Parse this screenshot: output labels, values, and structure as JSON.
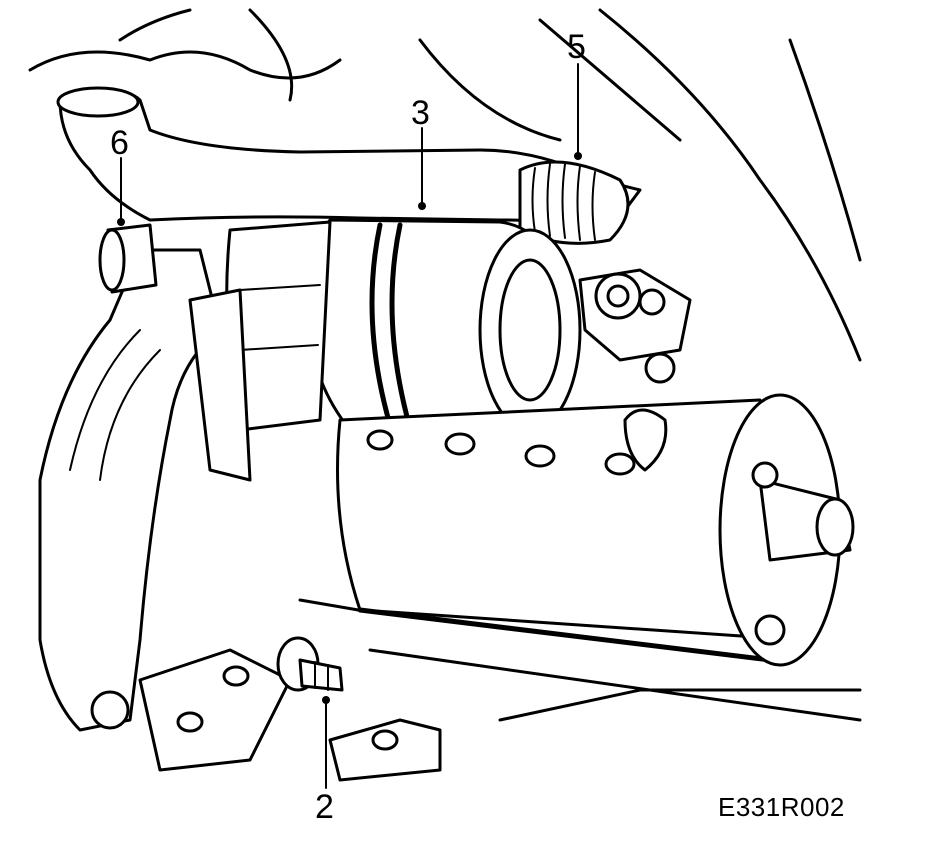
{
  "callouts": {
    "c2": "2",
    "c3": "3",
    "c5": "5",
    "c6": "6"
  },
  "figure_code": "E331R002"
}
